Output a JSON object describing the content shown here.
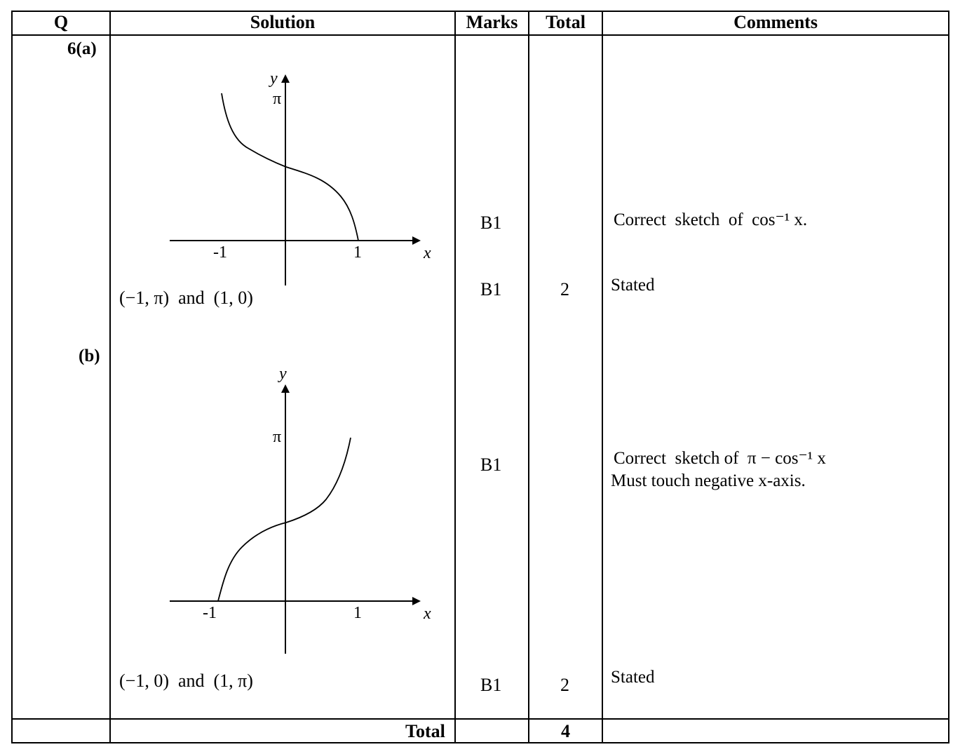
{
  "header": {
    "q": "Q",
    "solution": "Solution",
    "marks": "Marks",
    "total": "Total",
    "comments": "Comments"
  },
  "part_a": {
    "label": "6(a)",
    "graph": {
      "y_label": "y",
      "pi_label": "π",
      "neg_one": "-1",
      "one": "1",
      "x_label": "x"
    },
    "points_text": "(−1, π)  and  (1, 0)",
    "marks": [
      "B1",
      "B1"
    ],
    "total": "2",
    "comment_1": "Correct  sketch  of  cos⁻¹ x.",
    "comment_2": "Stated"
  },
  "part_b": {
    "label": "(b)",
    "graph": {
      "y_label": "y",
      "pi_label": "π",
      "neg_one": "-1",
      "one": "1",
      "x_label": "x"
    },
    "points_text": "(−1, 0)  and  (1, π)",
    "marks": [
      "B1",
      "B1"
    ],
    "total": "2",
    "comment_1": "Correct  sketch of  π − cos⁻¹ x",
    "comment_1b": "Must touch negative x-axis.",
    "comment_2": "Stated"
  },
  "footer": {
    "total_label": "Total",
    "total_value": "4"
  }
}
